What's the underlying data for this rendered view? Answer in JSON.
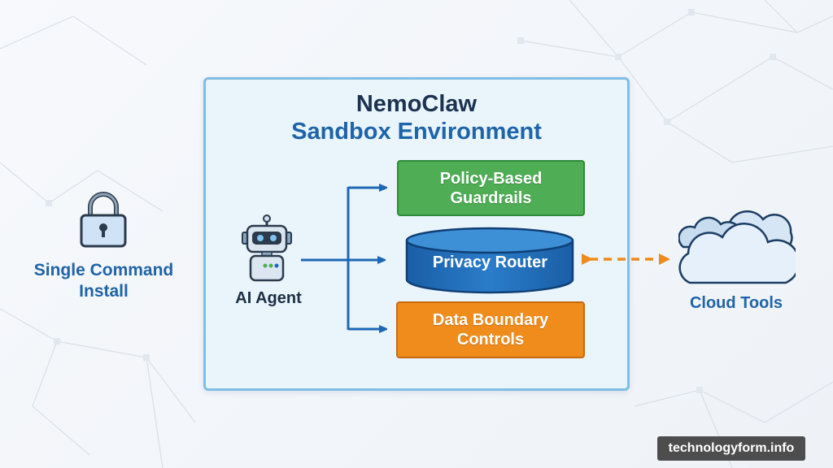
{
  "sandbox": {
    "title_line1": "NemoClaw",
    "title_line2": "Sandbox Environment"
  },
  "left": {
    "icon": "lock-icon",
    "label_line1": "Single Command",
    "label_line2": "Install"
  },
  "agent": {
    "icon": "robot-icon",
    "label": "AI Agent"
  },
  "components": {
    "guardrails": {
      "line1": "Policy-Based",
      "line2": "Guardrails",
      "color": "#4fae55"
    },
    "router": {
      "label": "Privacy Router",
      "color": "#1d67b5"
    },
    "boundary": {
      "line1": "Data Boundary",
      "line2": "Controls",
      "color": "#f08c1c"
    }
  },
  "cloud": {
    "icon": "cloud-icon",
    "label": "Cloud Tools"
  },
  "connector_color": "#1d67b5",
  "bidirectional_color": "#ef8a1c",
  "watermark": "technologyform.info"
}
